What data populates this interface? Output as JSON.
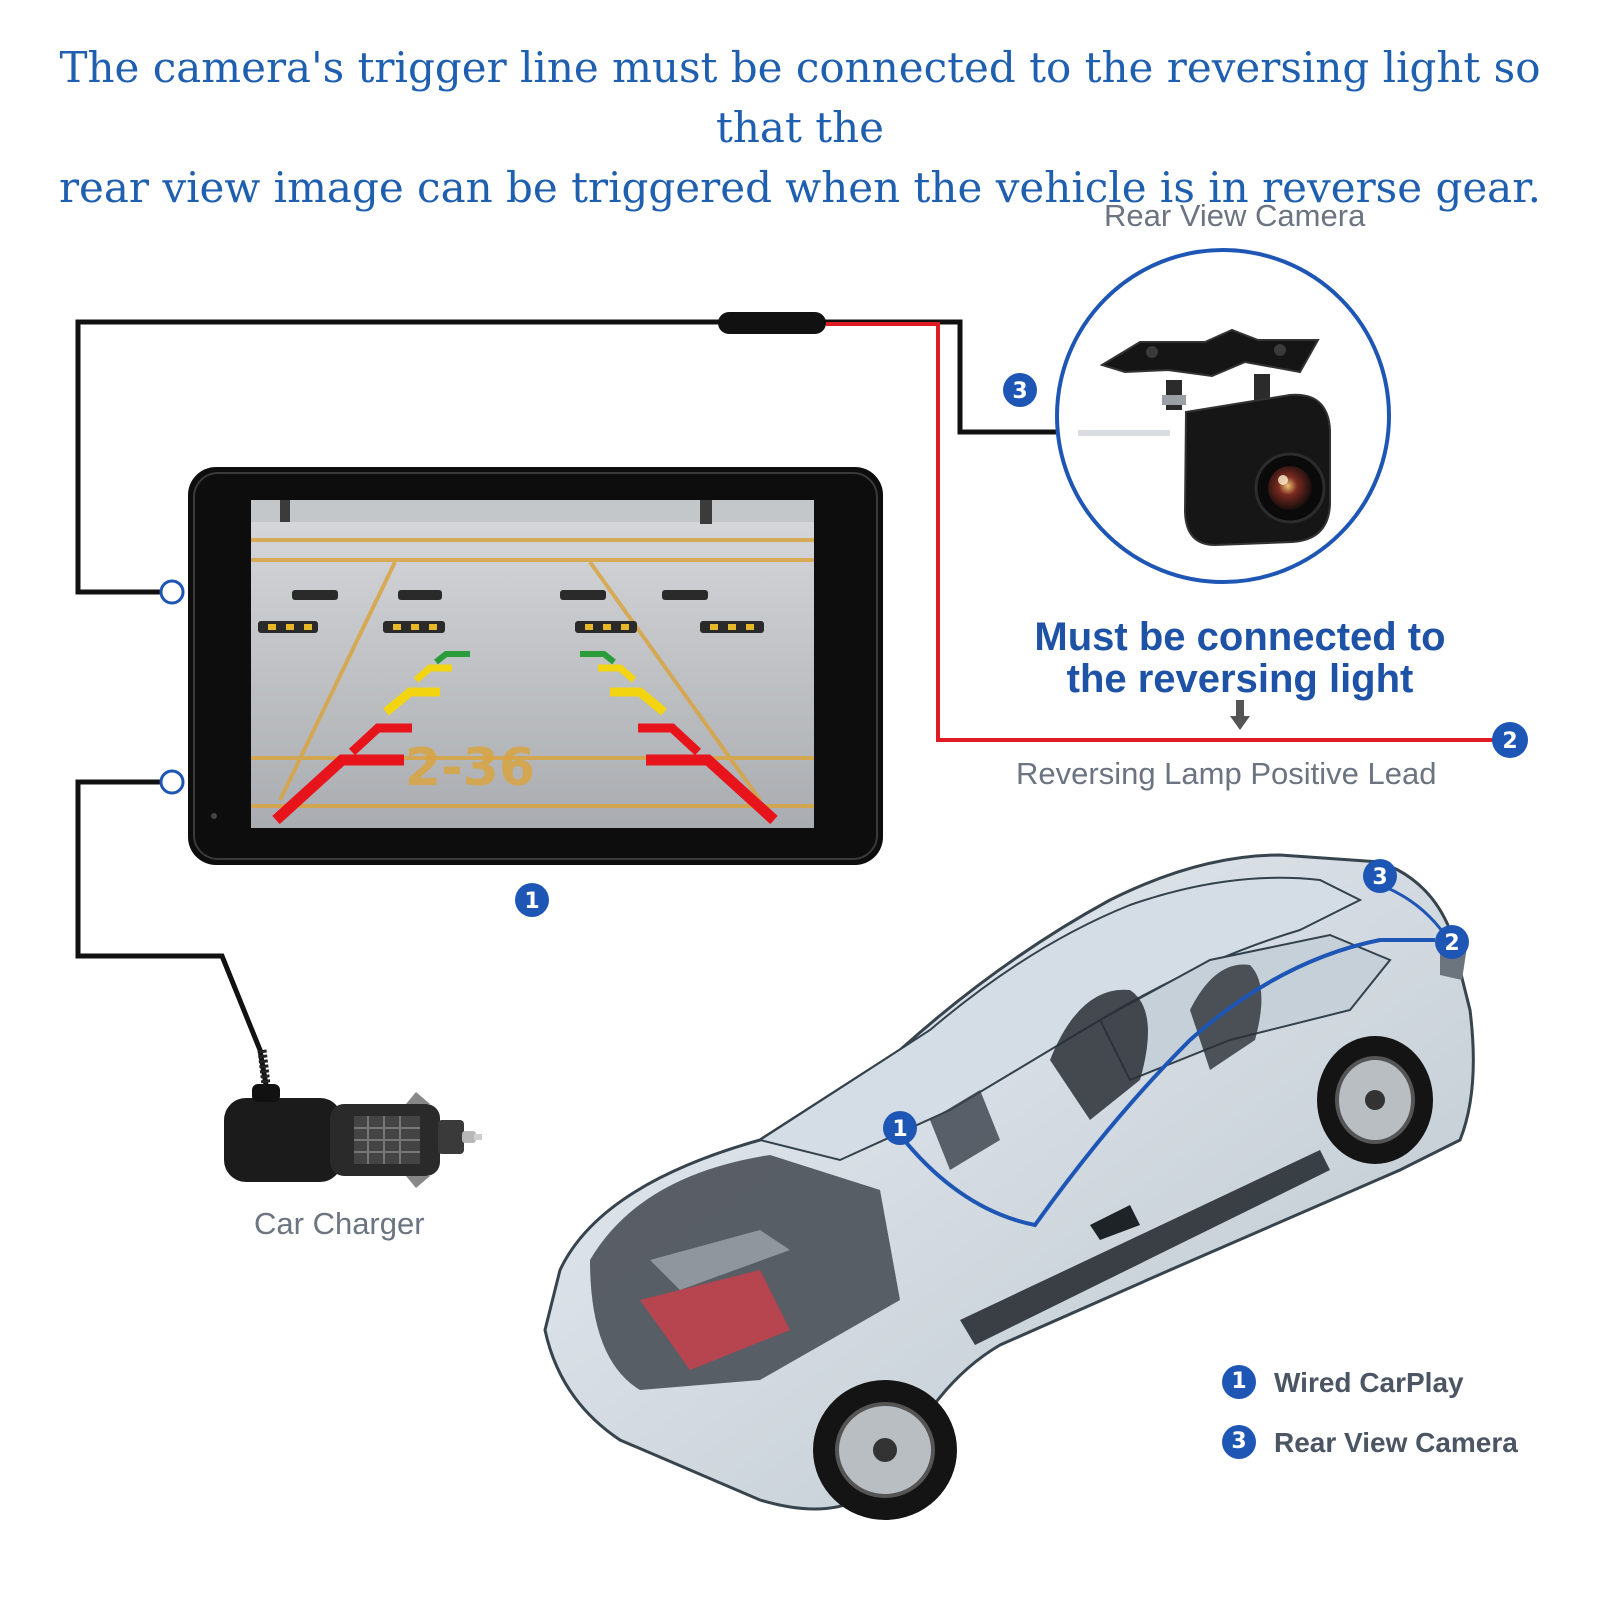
{
  "headline": {
    "line1": "The camera's trigger line must be connected to the reversing light so that the",
    "line2": "rear view image can be triggered when the vehicle is in reverse gear."
  },
  "labels": {
    "rear_view_camera": "Rear View Camera",
    "must_connect_line1": "Must be connected to",
    "must_connect_line2": "the reversing light",
    "reversing_lamp_lead": "Reversing Lamp Positive Lead",
    "car_charger": "Car Charger"
  },
  "badges": {
    "monitor": "1",
    "lamp_lead": "2",
    "camera_wire": "3",
    "car_carplay": "1",
    "car_lamp": "2",
    "car_camera": "3"
  },
  "legend": [
    {
      "number": "1",
      "text": "Wired CarPlay"
    },
    {
      "number": "3",
      "text": "Rear View Camera"
    }
  ],
  "screen_overlay": {
    "bay_marking": "2-36"
  },
  "colors": {
    "accent_blue": "#1e56b5",
    "trigger_wire": "#e01b24",
    "cable": "#111111",
    "guide_red": "#e8141c",
    "guide_yellow": "#f2d411",
    "guide_green": "#2a9d3a"
  },
  "icons": {
    "monitor": "car-monitor-icon",
    "camera": "rear-camera-icon",
    "charger": "car-charger-icon",
    "car": "transparent-car-icon",
    "arrow": "arrow-down-icon"
  }
}
